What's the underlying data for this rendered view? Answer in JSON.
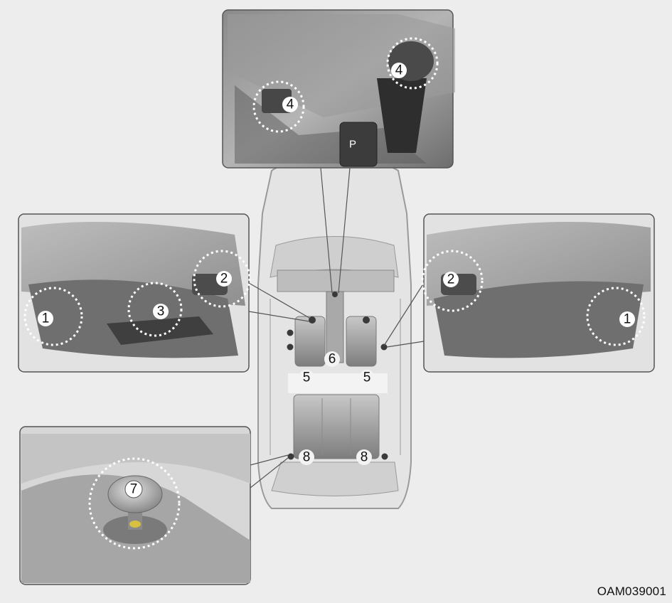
{
  "diagram": {
    "figure_code": "OAM039001",
    "gear_label": "P",
    "callouts": {
      "c1_left": "1",
      "c2_left": "2",
      "c3_left": "3",
      "c4_left": "4",
      "c4_right": "4",
      "c1_right": "1",
      "c2_right": "2",
      "c5_left": "5",
      "c5_right": "5",
      "c6": "6",
      "c7": "7",
      "c8_left": "8",
      "c8_right": "8"
    }
  }
}
